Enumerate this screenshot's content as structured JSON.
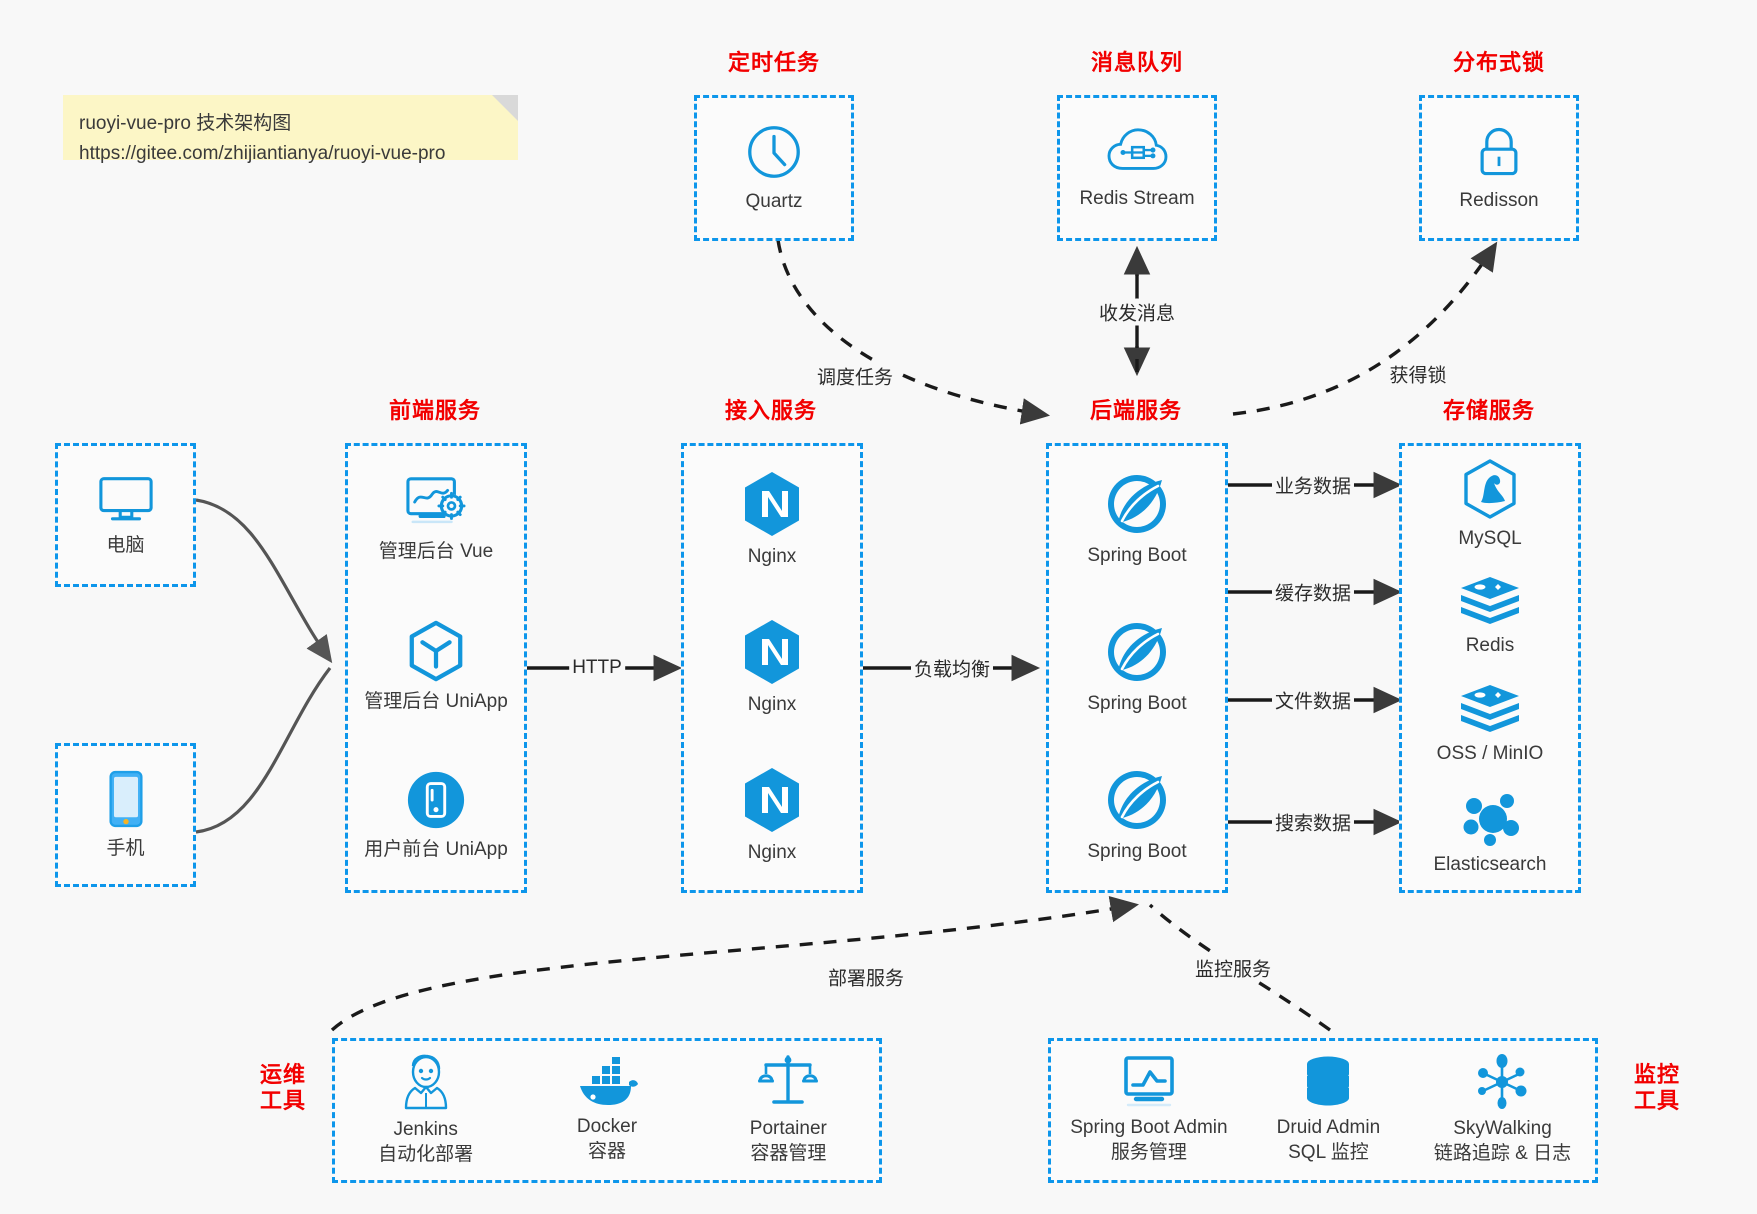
{
  "note": {
    "line1": "ruoyi-vue-pro 技术架构图",
    "line2": "https://gitee.com/zhijiantianya/ruoyi-vue-pro"
  },
  "colors": {
    "accent_blue": "#0d96eb",
    "icon_blue": "#1296db",
    "caption_red": "#f20000",
    "edge_gray": "#555555",
    "background": "#f8f8f8",
    "note_yellow": "#fcf6c6"
  },
  "groups": {
    "scheduled_task": {
      "caption": "定时任务",
      "nodes": [
        {
          "label": "Quartz",
          "icon": "clock-icon"
        }
      ]
    },
    "message_queue": {
      "caption": "消息队列",
      "nodes": [
        {
          "label": "Redis Stream",
          "icon": "cloud-stream-icon"
        }
      ]
    },
    "distributed_lock": {
      "caption": "分布式锁",
      "nodes": [
        {
          "label": "Redisson",
          "icon": "lock-icon"
        }
      ]
    },
    "client_pc": {
      "caption": "",
      "nodes": [
        {
          "label": "电脑",
          "icon": "desktop-monitor-icon"
        }
      ]
    },
    "client_mobile": {
      "caption": "",
      "nodes": [
        {
          "label": "手机",
          "icon": "smartphone-icon"
        }
      ]
    },
    "frontend": {
      "caption": "前端服务",
      "nodes": [
        {
          "label": "管理后台 Vue",
          "icon": "dashboard-gear-icon"
        },
        {
          "label": "管理后台 UniApp",
          "icon": "cube-y-icon"
        },
        {
          "label": "用户前台 UniApp",
          "icon": "mobile-circle-icon"
        }
      ]
    },
    "gateway": {
      "caption": "接入服务",
      "nodes": [
        {
          "label": "Nginx",
          "icon": "nginx-icon"
        },
        {
          "label": "Nginx",
          "icon": "nginx-icon"
        },
        {
          "label": "Nginx",
          "icon": "nginx-icon"
        }
      ]
    },
    "backend": {
      "caption": "后端服务",
      "nodes": [
        {
          "label": "Spring Boot",
          "icon": "spring-boot-icon"
        },
        {
          "label": "Spring Boot",
          "icon": "spring-boot-icon"
        },
        {
          "label": "Spring Boot",
          "icon": "spring-boot-icon"
        }
      ]
    },
    "storage": {
      "caption": "存储服务",
      "nodes": [
        {
          "label": "MySQL",
          "icon": "mysql-icon"
        },
        {
          "label": "Redis",
          "icon": "redis-stack-icon"
        },
        {
          "label": "OSS / MinIO",
          "icon": "oss-stack-icon"
        },
        {
          "label": "Elasticsearch",
          "icon": "elasticsearch-icon"
        }
      ]
    },
    "devops": {
      "caption": "运维\n工具",
      "caption_line1": "运维",
      "caption_line2": "工具",
      "nodes": [
        {
          "label": "Jenkins",
          "sublabel": "自动化部署",
          "icon": "jenkins-icon"
        },
        {
          "label": "Docker",
          "sublabel": "容器",
          "icon": "docker-icon"
        },
        {
          "label": "Portainer",
          "sublabel": "容器管理",
          "icon": "scales-icon"
        }
      ]
    },
    "monitoring": {
      "caption_line1": "监控",
      "caption_line2": "工具",
      "nodes": [
        {
          "label": "Spring Boot Admin",
          "sublabel": "服务管理",
          "icon": "monitor-chart-icon"
        },
        {
          "label": "Druid Admin",
          "sublabel": "SQL 监控",
          "icon": "database-icon"
        },
        {
          "label": "SkyWalking",
          "sublabel": "链路追踪 & 日志",
          "icon": "skywalking-icon"
        }
      ]
    }
  },
  "edges": [
    {
      "id": "http",
      "label": "HTTP",
      "from": "frontend",
      "to": "gateway",
      "style": "solid"
    },
    {
      "id": "load-balance",
      "label": "负载均衡",
      "from": "gateway",
      "to": "backend",
      "style": "solid"
    },
    {
      "id": "biz-data",
      "label": "业务数据",
      "from": "backend",
      "to": "storage",
      "style": "solid"
    },
    {
      "id": "cache-data",
      "label": "缓存数据",
      "from": "backend",
      "to": "storage",
      "style": "solid"
    },
    {
      "id": "file-data",
      "label": "文件数据",
      "from": "backend",
      "to": "storage",
      "style": "solid"
    },
    {
      "id": "search-data",
      "label": "搜索数据",
      "from": "backend",
      "to": "storage",
      "style": "solid"
    },
    {
      "id": "schedule-task",
      "label": "调度任务",
      "from": "scheduled_task",
      "to": "backend",
      "style": "dashed"
    },
    {
      "id": "send-receive-message",
      "label": "收发消息",
      "from": "message_queue",
      "to": "backend",
      "style": "dashed-bidirectional"
    },
    {
      "id": "acquire-lock",
      "label": "获得锁",
      "from": "backend",
      "to": "distributed_lock",
      "style": "dashed"
    },
    {
      "id": "deploy-service",
      "label": "部署服务",
      "from": "devops",
      "to": "backend",
      "style": "dashed"
    },
    {
      "id": "monitor-service",
      "label": "监控服务",
      "from": "monitoring",
      "to": "backend",
      "style": "dashed"
    }
  ]
}
